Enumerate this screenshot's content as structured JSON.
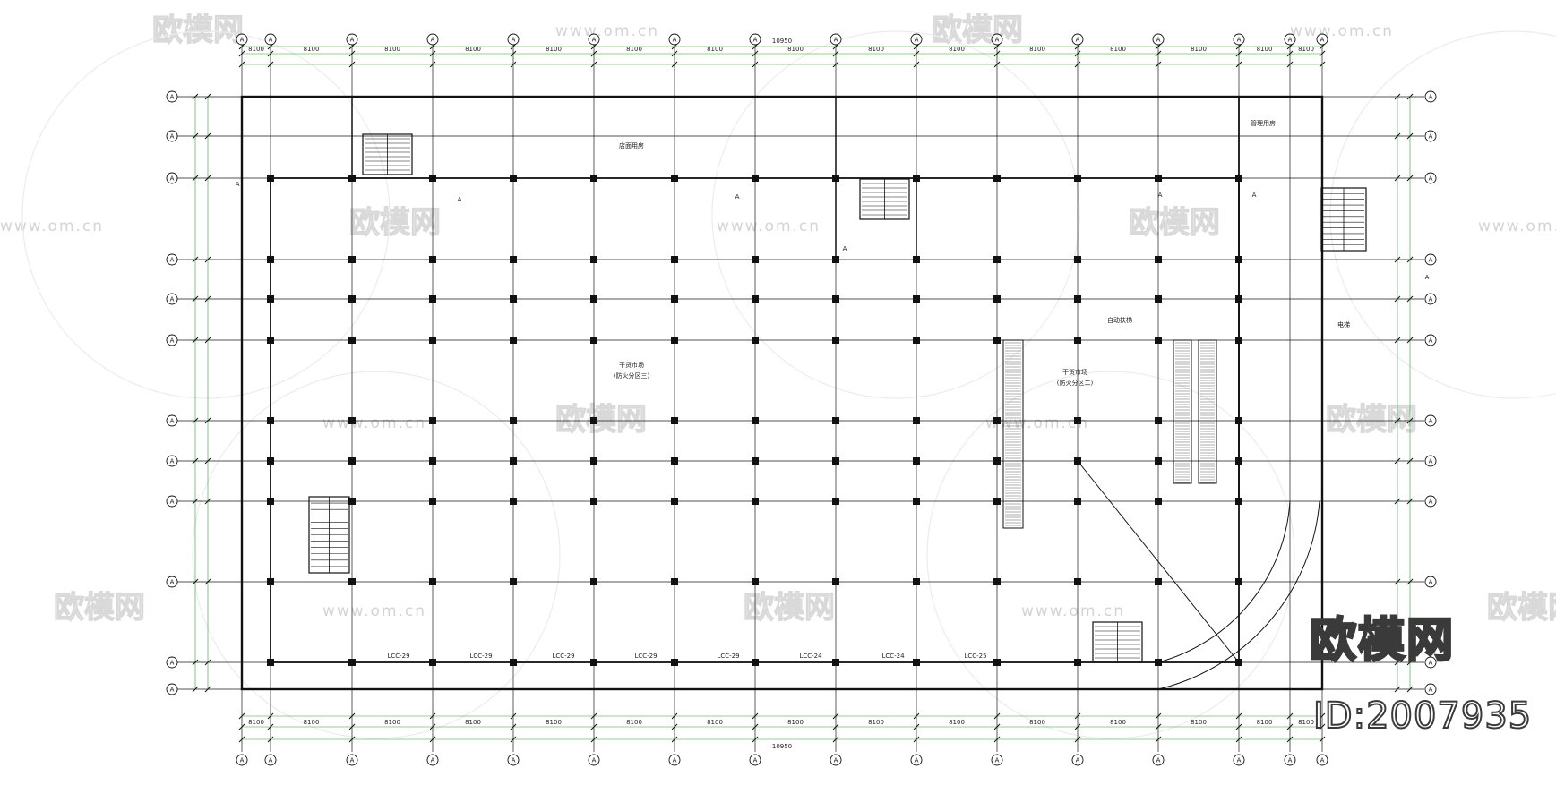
{
  "drawing": {
    "grid_label": "A",
    "overall_dimension": "10950",
    "span_dimension": "8100",
    "rooms": [
      {
        "id": "store-room",
        "text": "店面用房"
      },
      {
        "id": "grocery-north",
        "text": "干货市场"
      },
      {
        "id": "fire-zone-3",
        "text": "(防火分区三)"
      },
      {
        "id": "grocery-east",
        "text": "干货市场"
      },
      {
        "id": "fire-zone-2",
        "text": "(防火分区二)"
      },
      {
        "id": "mgmt-room",
        "text": "管理用房"
      },
      {
        "id": "elevator-label",
        "text": "电梯"
      },
      {
        "id": "escalator-label",
        "text": "自动扶梯"
      }
    ],
    "tags": [
      "LCC-29",
      "LCC-29",
      "LCC-29",
      "LCC-29",
      "LCC-29",
      "LCC-24",
      "LCC-24",
      "LCC-25"
    ]
  },
  "watermark": {
    "brand": "欧模网",
    "url": "www.om.cn"
  },
  "branding": {
    "logo": "欧模网",
    "id_text": "ID:2007935"
  }
}
